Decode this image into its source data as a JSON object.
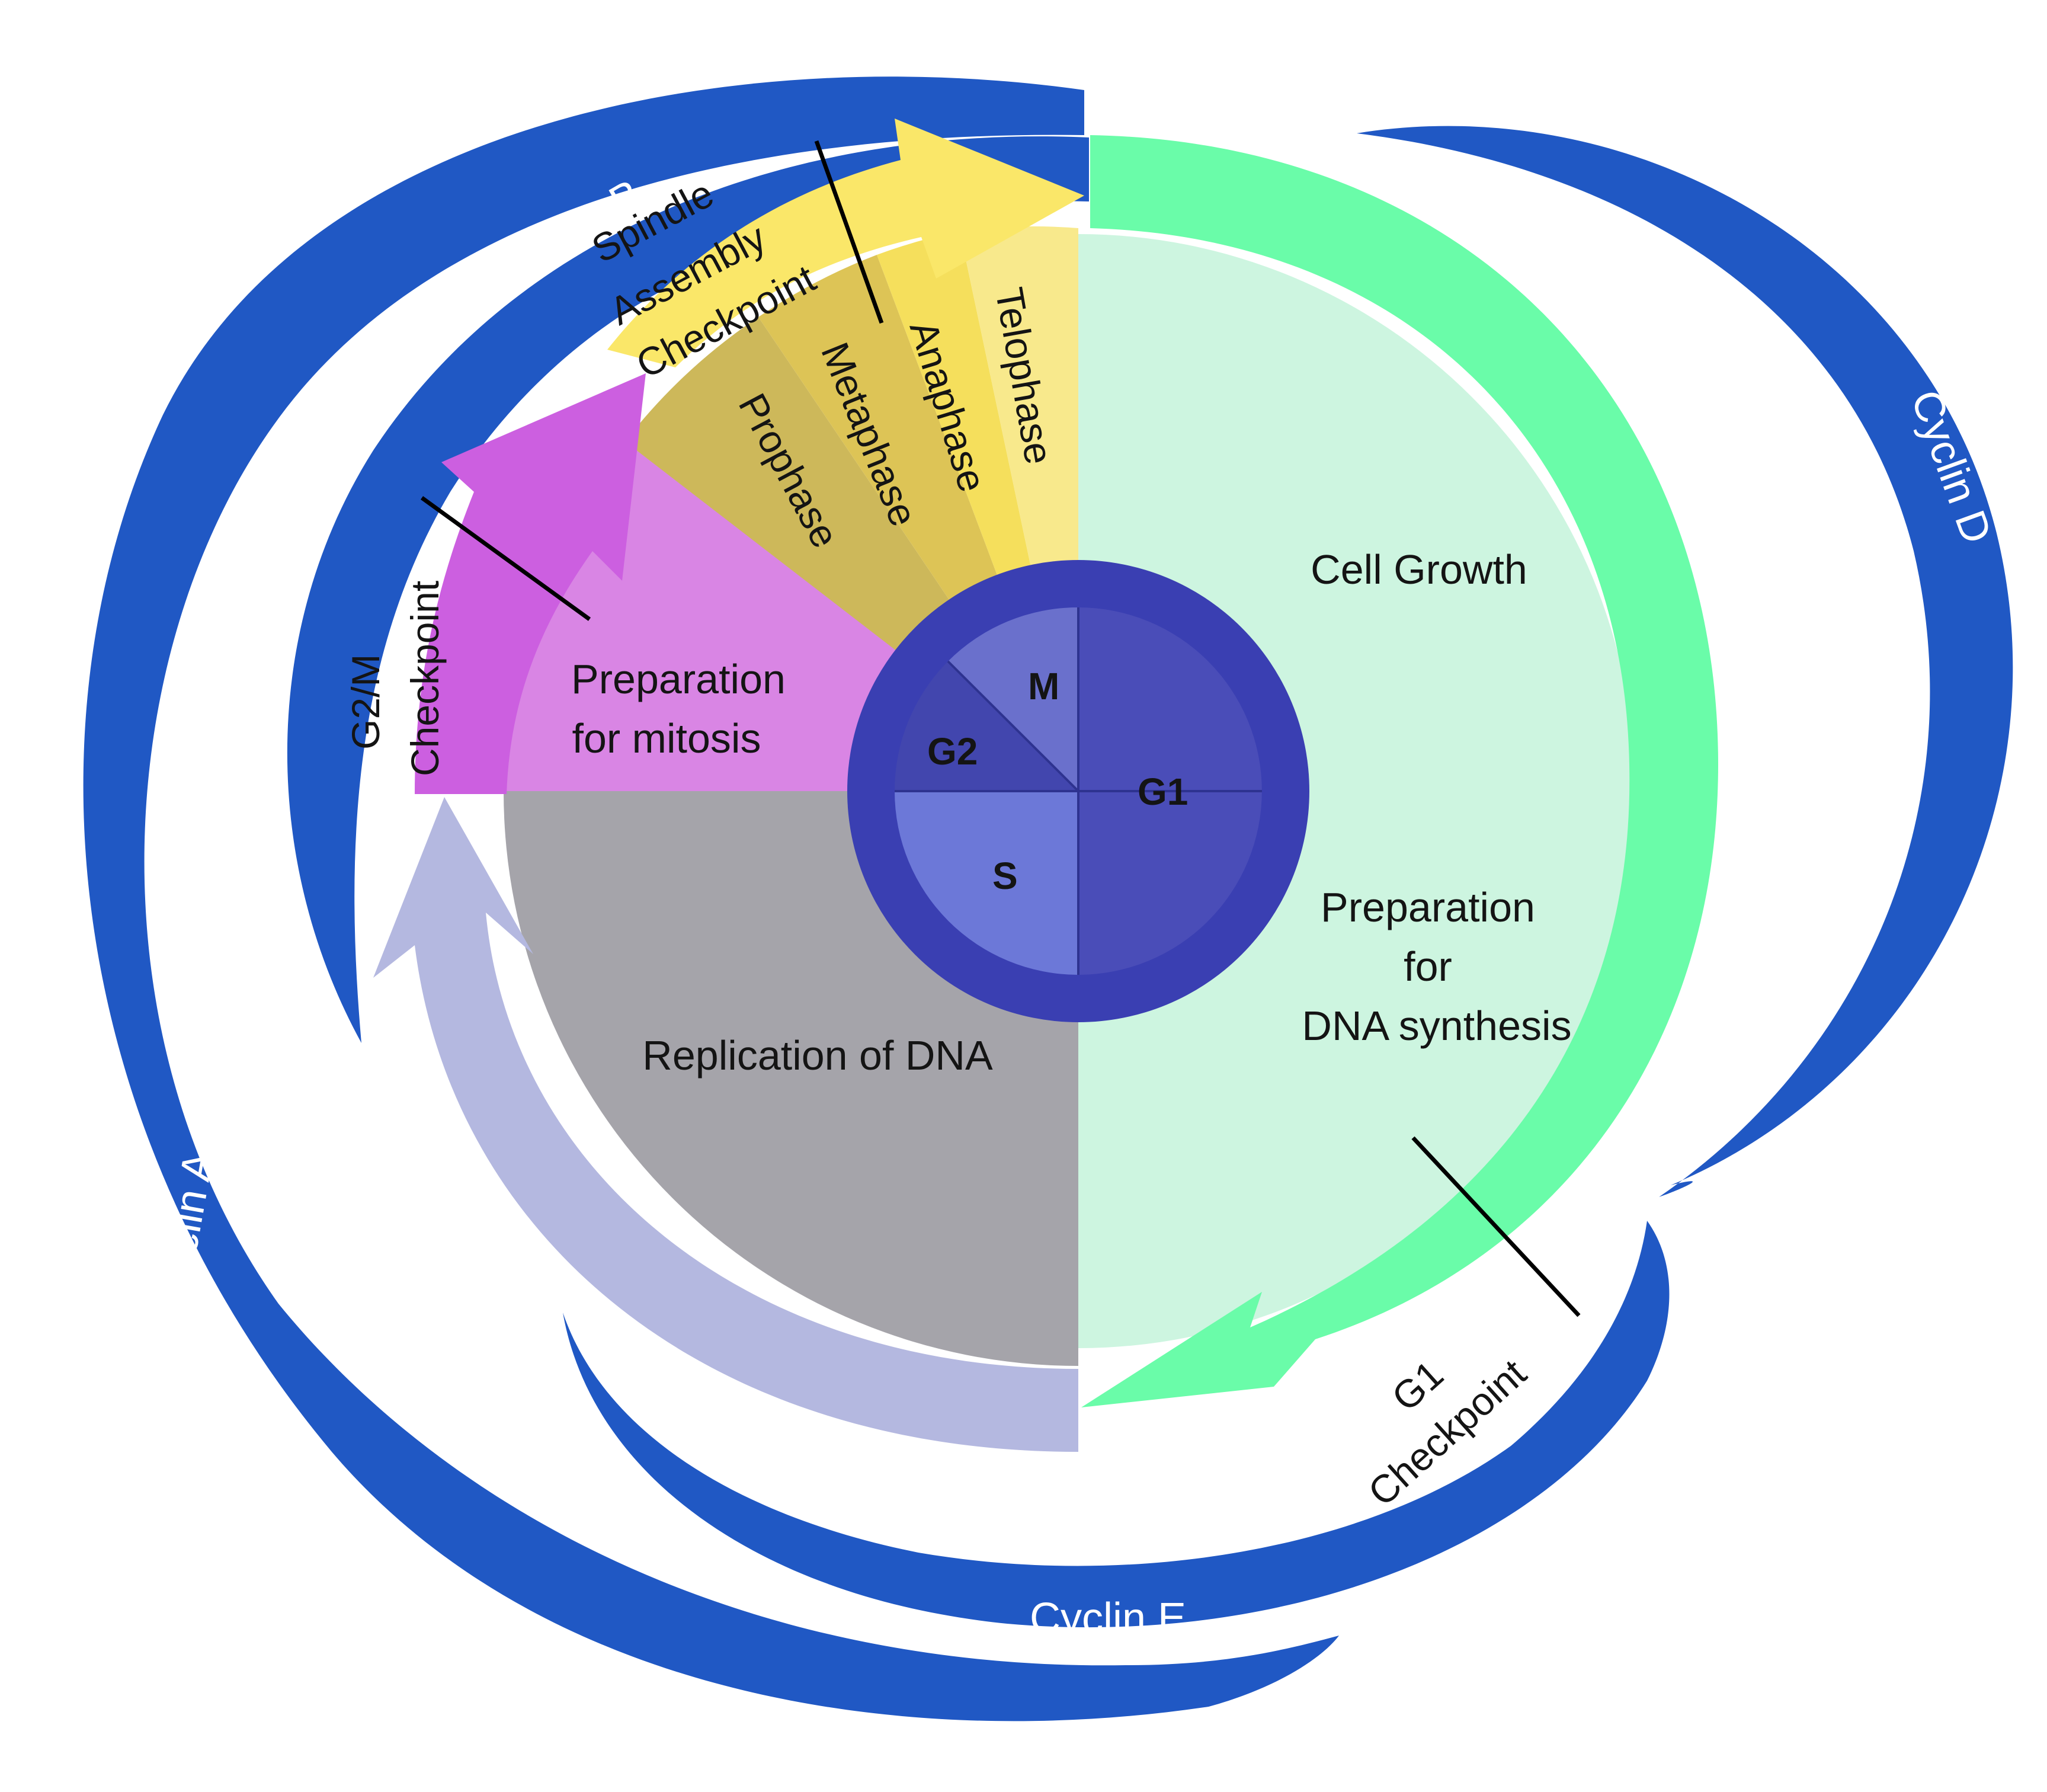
{
  "cyclins": {
    "a": "Cyclin A",
    "b": "Cyclin B",
    "d": "Cyclin D",
    "e": "Cyclin E"
  },
  "phases": {
    "g1": "G1",
    "s": "S",
    "g2": "G2",
    "m": "M"
  },
  "mitosis_stages": {
    "prophase": "Prophase",
    "metaphase": "Metaphase",
    "anaphase": "Anaphase",
    "telophase": "Telophase"
  },
  "descriptions": {
    "cell_growth": "Cell Growth",
    "prep_dna_line1": "Preparation",
    "prep_dna_line2": "for",
    "prep_dna_line3": "DNA synthesis",
    "replication": "Replication of DNA",
    "prep_mitosis_line1": "Preparation",
    "prep_mitosis_line2": "for mitosis"
  },
  "checkpoints": {
    "spindle_line1": "Spindle",
    "spindle_line2": "Assembly",
    "spindle_line3": "Checkpoint",
    "g2m_line1": "G2/M",
    "g2m_line2": "Checkpoint",
    "g1_line1": "G1",
    "g1_line2": "Checkpoint"
  },
  "colors": {
    "cyclin_blue": "#2058c4",
    "g1_light": "#cdf5e0",
    "g1_arrow": "#6afca9",
    "s_gray": "#a5a4aa",
    "s_arrow": "#b4b8e0",
    "g2_pink": "#d985e4",
    "g2_arrow": "#cc5fe0",
    "m_yellow": "#fae769",
    "hub_ring": "#3a3fb2",
    "hub_g1": "#4a4db8",
    "hub_s": "#6c78d8",
    "hub_g2": "#4246ae",
    "hub_m": "#6a70cc"
  }
}
